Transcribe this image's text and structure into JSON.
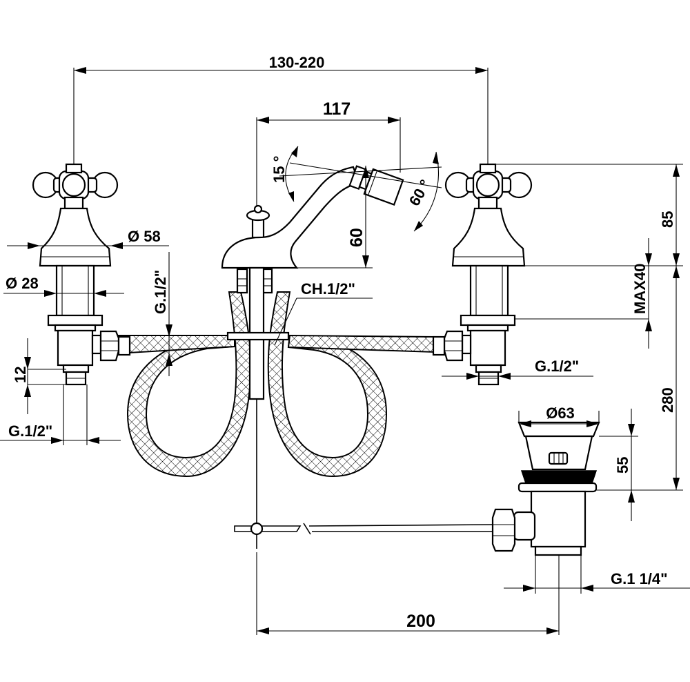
{
  "dimensions": {
    "center_spacing": "130-220",
    "spout_reach": "117",
    "spout_tilt_angle": "15 °",
    "spray_angle": "60 °",
    "spout_height": "60",
    "handle_height": "85",
    "deck_thickness": "MAX40",
    "shank_length": "280",
    "escutcheon_diameter": "Ø 58",
    "shank_diameter": "Ø 28",
    "left_inlet_thread": "G.1/2\"",
    "hose_thread": "G.1/2\"",
    "inlet_length": "12",
    "bottom_left_thread": "G.1/2\"",
    "spout_connector": "CH.1/2\"",
    "right_inlet_thread": "G.1/2\"",
    "waste_diameter": "Ø63",
    "waste_height": "55",
    "waste_thread": "G.1 1/4\"",
    "rod_distance": "200"
  }
}
